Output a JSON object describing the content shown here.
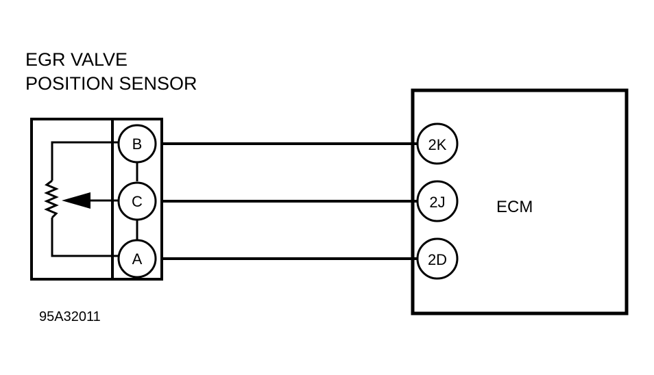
{
  "sensor": {
    "title_line1": "EGR VALVE",
    "title_line2": "POSITION SENSOR",
    "pins": [
      "B",
      "C",
      "A"
    ]
  },
  "ecm": {
    "label": "ECM",
    "pins": [
      "2K",
      "2J",
      "2D"
    ]
  },
  "figure_code": "95A32011",
  "colors": {
    "line": "#000000",
    "background": "#ffffff"
  }
}
